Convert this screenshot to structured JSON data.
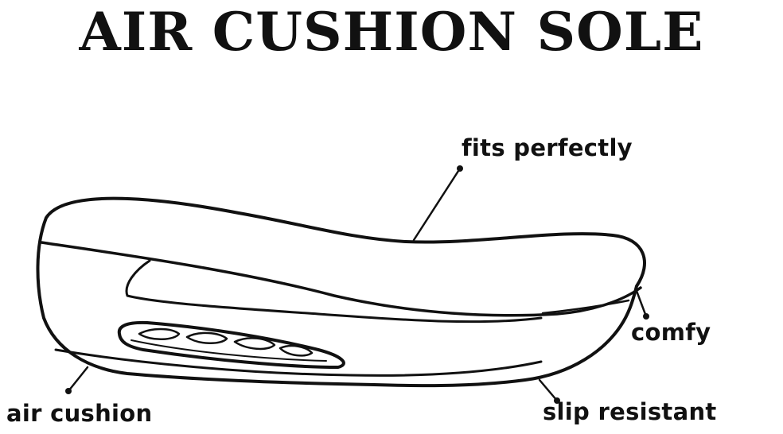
{
  "title": "AIR CUSHION SOLE",
  "callouts": {
    "fits": "fits perfectly",
    "comfy": "comfy",
    "air": "air cushion",
    "slip": "slip resistant"
  },
  "colors": {
    "ink": "#111111",
    "background": "#ffffff"
  }
}
